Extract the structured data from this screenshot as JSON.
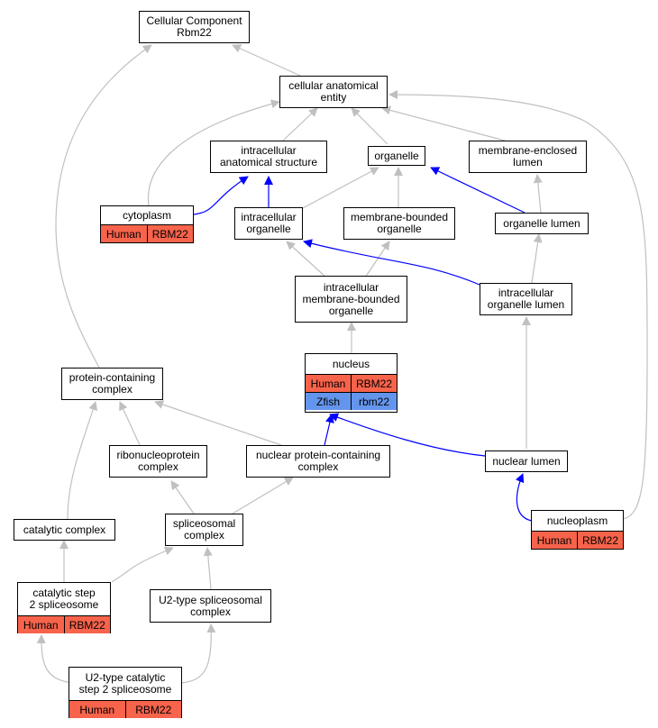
{
  "colors": {
    "is_a_edge": "#c0c0c0",
    "part_of_edge": "#0000ff",
    "human_cell": "#f7634b",
    "zfish_cell": "#6495ed",
    "node_border": "#000000"
  },
  "nodes": {
    "root": [
      "Cellular Component",
      "Rbm22"
    ],
    "cae": [
      "cellular anatomical",
      "entity"
    ],
    "ias": [
      "intracellular",
      "anatomical structure"
    ],
    "organelle": [
      "organelle"
    ],
    "mel": [
      "membrane-enclosed",
      "lumen"
    ],
    "cytoplasm": [
      "cytoplasm"
    ],
    "io": [
      "intracellular",
      "organelle"
    ],
    "mbo": [
      "membrane-bounded",
      "organelle"
    ],
    "ol": [
      "organelle lumen"
    ],
    "imbo": [
      "intracellular",
      "membrane-bounded",
      "organelle"
    ],
    "iol": [
      "intracellular",
      "organelle lumen"
    ],
    "nucleus": [
      "nucleus"
    ],
    "pcc": [
      "protein-containing",
      "complex"
    ],
    "rnp": [
      "ribonucleoprotein",
      "complex"
    ],
    "npcc": [
      "nuclear protein-containing",
      "complex"
    ],
    "nl": [
      "nuclear lumen"
    ],
    "cc": [
      "catalytic complex"
    ],
    "sc": [
      "spliceosomal",
      "complex"
    ],
    "nucleoplasm": [
      "nucleoplasm"
    ],
    "cs2": [
      "catalytic step",
      "2 spliceosome"
    ],
    "u2": [
      "U2-type spliceosomal",
      "complex"
    ],
    "u2c2": [
      "U2-type catalytic",
      "step 2 spliceosome"
    ]
  },
  "annotations": {
    "cytoplasm": [
      [
        "Human",
        "RBM22"
      ]
    ],
    "nucleus": [
      [
        "Human",
        "RBM22"
      ],
      [
        "Zfish",
        "rbm22"
      ]
    ],
    "nucleoplasm": [
      [
        "Human",
        "RBM22"
      ]
    ],
    "cs2": [
      [
        "Human",
        "RBM22"
      ]
    ],
    "u2c2": [
      [
        "Human",
        "RBM22"
      ]
    ]
  }
}
